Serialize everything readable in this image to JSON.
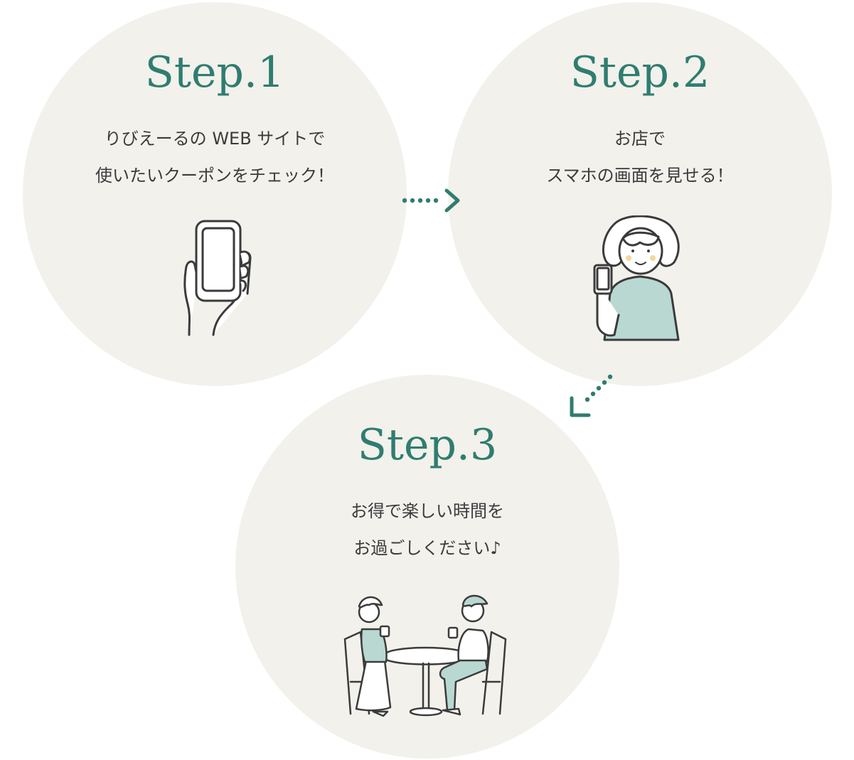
{
  "steps": [
    {
      "title": "Step.1",
      "lines": [
        "りびえーるの WEB サイトで",
        "使いたいクーポンをチェック！"
      ]
    },
    {
      "title": "Step.2",
      "lines": [
        "お店で",
        "スマホの画面を見せる！"
      ]
    },
    {
      "title": "Step.3",
      "lines": [
        "お得で楽しい時間を",
        "お過ごしください♪"
      ]
    }
  ],
  "colors": {
    "accent": "#2f7d70",
    "circle": "#f2f1ec",
    "text": "#3b3b3b",
    "clothing": "#b9d8d2"
  },
  "icons": [
    "hand-phone-icon",
    "woman-phone-icon",
    "cafe-couple-icon",
    "dotted-arrow-right-icon",
    "dotted-arrow-down-left-icon"
  ]
}
